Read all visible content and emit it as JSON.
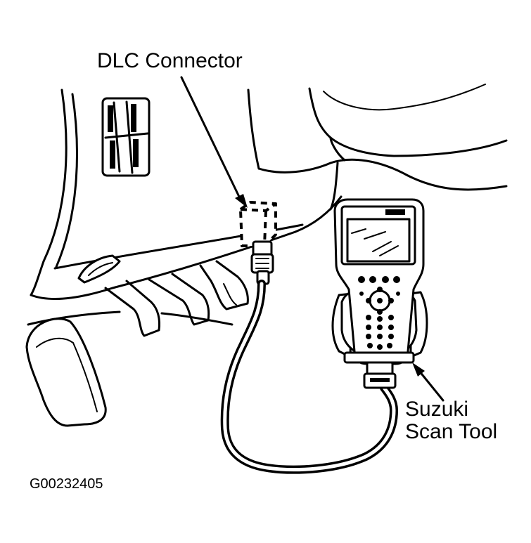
{
  "labels": {
    "dlc_connector": "DLC Connector",
    "scan_tool_line1": "Suzuki",
    "scan_tool_line2": "Scan Tool",
    "figure_code": "G00232405"
  },
  "icons": {
    "scan_tool": "handheld-scan-tool-icon",
    "connector": "dlc-connector-icon"
  }
}
